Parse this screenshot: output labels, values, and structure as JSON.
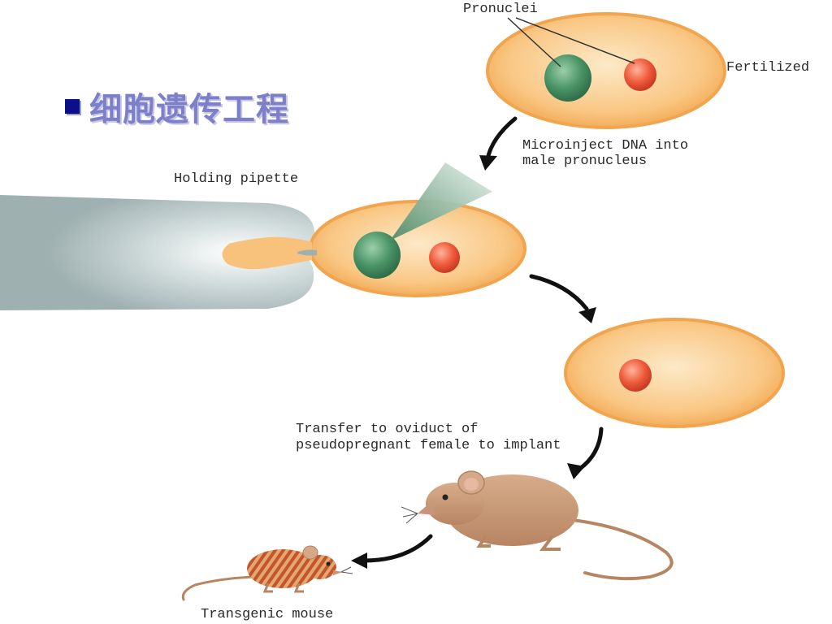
{
  "slide": {
    "title": "细胞遗传工程"
  },
  "labels": {
    "pronuclei": "Pronuclei",
    "fertilized": "Fertilized",
    "microinject_line1": "Microinject DNA into",
    "microinject_line2": "male pronucleus",
    "holding_pipette": "Holding pipette",
    "transfer_line1": "Transfer to oviduct of",
    "transfer_line2": "pseudopregnant female to implant",
    "transgenic_mouse": "Transgenic mouse"
  },
  "colors": {
    "egg_fill": "#f8c27c",
    "egg_rim": "#f0a54e",
    "male_pronucleus": "#3e8a5e",
    "female_pronucleus": "#e8553a",
    "pipette": "#a8b7b8",
    "mouse": "#c99a78",
    "arrow": "#111111",
    "title_text": "#7d7fc9",
    "bullet": "#0b0f8a"
  }
}
